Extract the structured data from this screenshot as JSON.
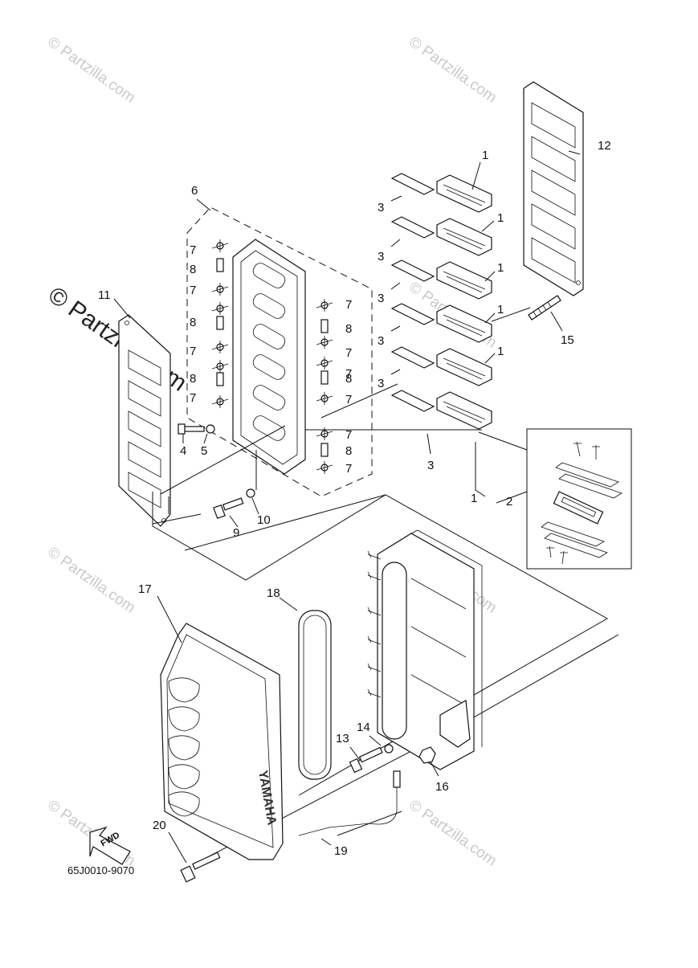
{
  "watermarks": {
    "small": "© Partzilla.com",
    "large": "© Partzilla.com"
  },
  "diagram_code": "65J0010-9070",
  "fwd_label": "FWD",
  "brand_mark": "YAMAHA",
  "callouts": {
    "c1a": "1",
    "c1b": "1",
    "c1c": "1",
    "c1d": "1",
    "c1e": "1",
    "c1f": "1",
    "c2": "2",
    "c3a": "3",
    "c3b": "3",
    "c3c": "3",
    "c3d": "3",
    "c3e": "3",
    "c3f": "3",
    "c4": "4",
    "c5": "5",
    "c6": "6",
    "c7a": "7",
    "c7b": "7",
    "c7c": "7",
    "c7d": "7",
    "c7e": "7",
    "c7f": "7",
    "c7g": "7",
    "c7h": "7",
    "c7i": "7",
    "c7j": "7",
    "c8a": "8",
    "c8b": "8",
    "c8c": "8",
    "c8d": "8",
    "c8e": "8",
    "c8f": "8",
    "c9": "9",
    "c10": "10",
    "c11": "11",
    "c12": "12",
    "c13": "13",
    "c14": "14",
    "c15": "15",
    "c16": "16",
    "c17": "17",
    "c18": "18",
    "c19": "19",
    "c20": "20"
  }
}
